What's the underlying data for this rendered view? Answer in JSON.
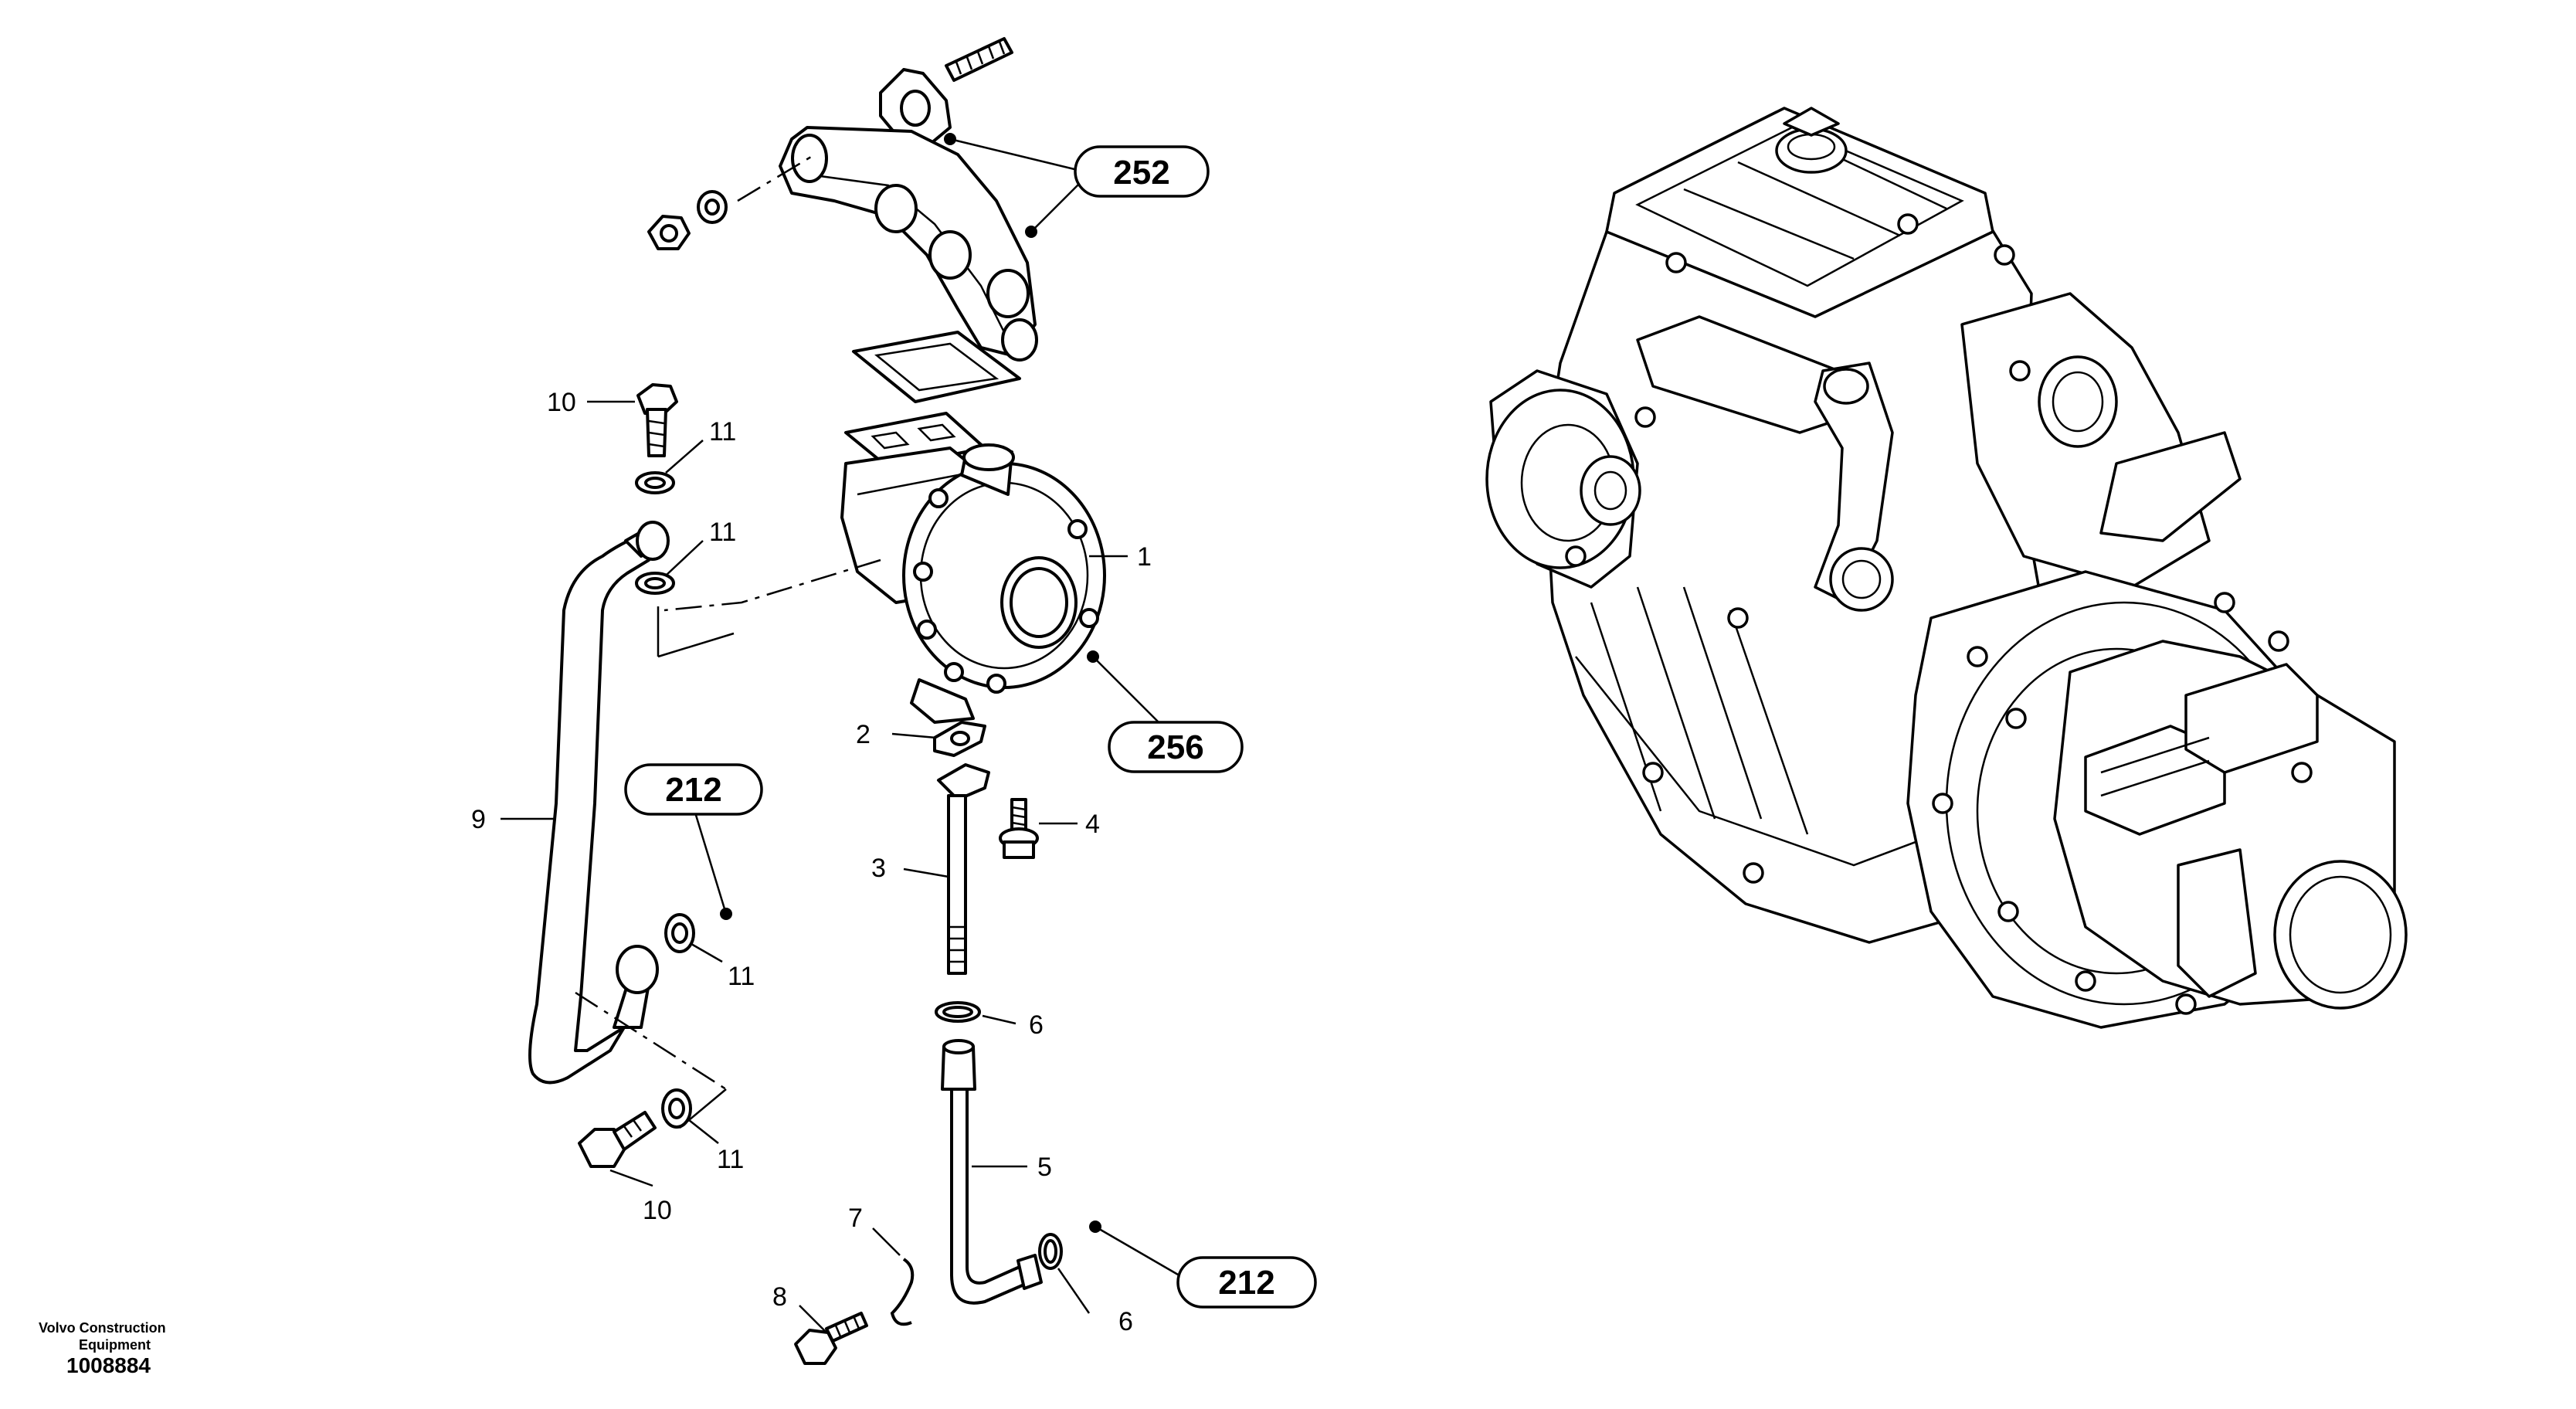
{
  "callouts": [
    "1",
    "2",
    "3",
    "4",
    "5",
    "6",
    "6",
    "7",
    "8",
    "9",
    "10",
    "10",
    "11",
    "11",
    "11",
    "11"
  ],
  "references": [
    "252",
    "256",
    "212",
    "212"
  ],
  "footer": {
    "company_line1": "Volvo Construction",
    "company_line2": "Equipment",
    "doc_number": "1008884"
  }
}
